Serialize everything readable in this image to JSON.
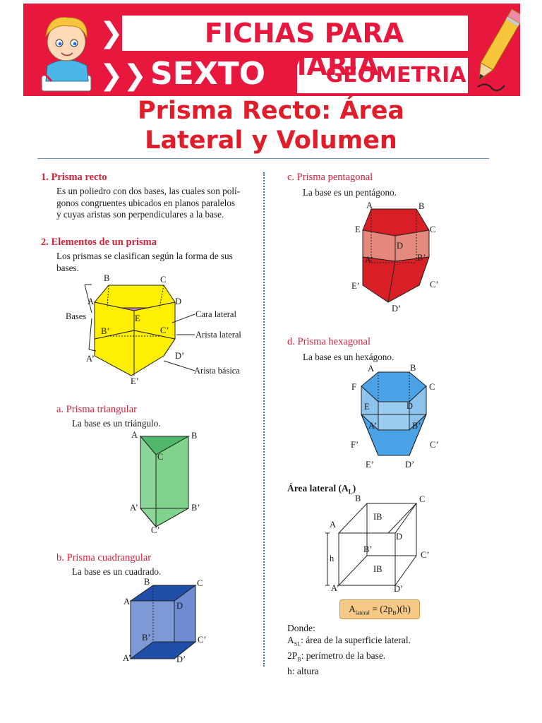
{
  "header": {
    "brand_line1": "FICHAS PARA PRIMARIA",
    "grade": "SEXTO",
    "subject": "GEOMETRIA",
    "chevrons_top": "❯❯",
    "chevrons_bottom": "❯❯"
  },
  "title": {
    "line1": "Prisma Recto: Área",
    "line2": "Lateral y Volumen"
  },
  "section1": {
    "heading": "1.   Prisma recto",
    "lines": [
      "Es un poliedro con dos bases, las cuales son polí-",
      "gonos congruentes ubicados en planos paralelos",
      "y cuyas aristas son perpendiculares a la base."
    ]
  },
  "section2": {
    "heading": "2.   Elementos de un prisma",
    "lines": [
      "Los prismas se clasifican según la forma de sus",
      "bases."
    ],
    "labels": {
      "bases": "Bases",
      "cara_lateral": "Cara lateral",
      "arista_lateral": "Arista lateral",
      "arista_basica": "Arista básica",
      "A": "A",
      "B": "B",
      "C": "C",
      "D": "D",
      "E": "E",
      "A2": "A’",
      "B2": "B’",
      "C2": "C’",
      "D2": "D’",
      "E2": "E’"
    }
  },
  "prism_a": {
    "heading": "a.   Prisma triangular",
    "text": "La base es un triángulo.",
    "labels": {
      "A": "A",
      "B": "B",
      "C": "C",
      "A2": "A’",
      "B2": "B’",
      "C2": "C’"
    }
  },
  "prism_b": {
    "heading": "b.   Prisma cuadrangular",
    "text": "La base es un cuadrado.",
    "labels": {
      "A": "A",
      "B": "B",
      "C": "C",
      "D": "D",
      "A2": "A’",
      "B2": "B’",
      "C2": "C’",
      "D2": "D’"
    }
  },
  "prism_c": {
    "heading": "c.   Prisma pentagonal",
    "text": "La base es un pentágono.",
    "labels": {
      "A": "A",
      "B": "B",
      "C": "C",
      "D": "D",
      "E": "E",
      "A2": "A’",
      "B2": "B’",
      "C2": "C’",
      "D2": "D’",
      "E2": "E’"
    }
  },
  "prism_d": {
    "heading": "d.   Prisma hexagonal",
    "text": "La base es un hexágono.",
    "labels": {
      "A": "A",
      "B": "B",
      "C": "C",
      "D": "D",
      "E": "E",
      "F": "F",
      "A2": "A’",
      "B2": "B’",
      "C2": "C’",
      "D2": "D’",
      "E2": "E’",
      "F2": "F’"
    }
  },
  "area_lateral": {
    "heading": "Área lateral (A",
    "heading_sub": "L",
    "heading_end": ")",
    "labels": {
      "A": "A",
      "B": "B",
      "C": "C",
      "D": "D",
      "A2": "A’",
      "B2": "B’",
      "C2": "C’",
      "D2": "D’",
      "h": "h",
      "IB_top": "IB",
      "IB_bottom": "IB"
    },
    "formula_a": "A",
    "formula_sub": "lateral",
    "formula_rest": " = (2p",
    "formula_sub2": "B",
    "formula_end": ")(h)",
    "donde": "Donde:",
    "def1_a": "A",
    "def1_sub": "SL",
    "def1_rest": ": área de la superficie lateral.",
    "def2_a": "2P",
    "def2_sub": "B",
    "def2_rest": ": perímetro de la base.",
    "def3": "h: altura"
  },
  "colors": {
    "brand_red": "#e8173e",
    "title_red": "#e01d2a",
    "heading_red": "#d3223b",
    "yellow": "#ffef00",
    "green": "#1f9a3c",
    "violet": "#c77bcb",
    "light_green": "#7fd38c",
    "blue": "#1e4ea8",
    "red_prism": "#d91f26",
    "hex_blue": "#4aa3e6",
    "formula_bg": "#f6c987"
  }
}
